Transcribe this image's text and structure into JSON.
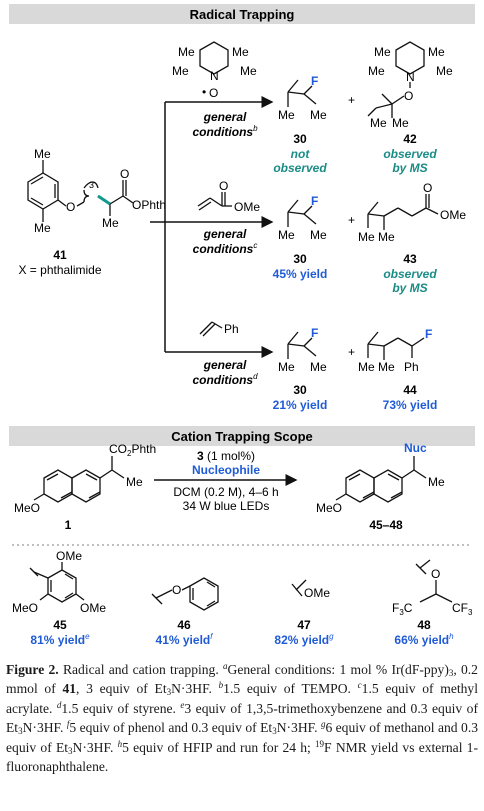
{
  "colors": {
    "blue": "#1f5bd6",
    "teal": "#1a8c86",
    "header_bg": "#d9d9d9",
    "bond_highlight": "#139a8f"
  },
  "radical": {
    "header": "Radical Trapping",
    "start_label": "41",
    "start_x_eq": "X = phthalimide",
    "start_loop": "3",
    "start_oph": "OPhth",
    "start_o": "O",
    "me": "Me",
    "plus": "+",
    "tempo_n": "N",
    "tempo_o": "O",
    "ome": "OMe",
    "ph": "Ph",
    "f": "F",
    "general": "general",
    "conditions": "conditions",
    "rows": [
      {
        "sup": "b",
        "prod1_label": "30",
        "prod1_note1": "not",
        "prod1_note2": "observed",
        "prod2_label": "42",
        "prod2_note1": "observed",
        "prod2_note2": "by MS"
      },
      {
        "sup": "c",
        "prod1_label": "30",
        "prod1_note1": "45% yield",
        "prod2_label": "43",
        "prod2_note1": "observed",
        "prod2_note2": "by MS"
      },
      {
        "sup": "d",
        "prod1_label": "30",
        "prod1_note1": "21% yield",
        "prod2_label": "44",
        "prod2_note1": "73% yield"
      }
    ]
  },
  "cation": {
    "header": "Cation Trapping Scope",
    "sm_label": "1",
    "co2phth": "CO",
    "co2phth_sub": "2",
    "co2phth_rest": "Phth",
    "me": "Me",
    "meo": "MeO",
    "cat": "3",
    "cat_loading": " (1 mol%)",
    "nucleophile": "Nucleophile",
    "cond1": "DCM (0.2 M), 4–6 h",
    "cond2": "34 W blue LEDs",
    "nuc": "Nuc",
    "prod_label": "45–48",
    "scope": [
      {
        "label": "45",
        "yield": "81% yield",
        "sup": "e"
      },
      {
        "label": "46",
        "yield": "41% yield",
        "sup": "f"
      },
      {
        "label": "47",
        "yield": "82% yield",
        "sup": "g"
      },
      {
        "label": "48",
        "yield": "66% yield",
        "sup": "h"
      }
    ],
    "ome": "OMe",
    "o": "O",
    "cf3": "CF",
    "cf3_sub": "3",
    "f3c": "F",
    "f3c_sub": "3",
    "f3c_rest": "C"
  },
  "caption": {
    "fig": "Figure 2.",
    "title": " Radical and cation trapping. ",
    "a": "a",
    "a_text1": "General conditions: 1 mol % Ir(dF-ppy)",
    "a_sub": "3",
    "a_text2": ", 0.2 mmol of ",
    "a_bold": "41",
    "a_text3": ", 3 equiv of Et",
    "a_sub2": "3",
    "a_text4": "N·3HF. ",
    "b": "b",
    "b_text": "1.5 equiv of TEMPO. ",
    "c": "c",
    "c_text": "1.5 equiv of methyl acrylate. ",
    "d": "d",
    "d_text": "1.5 equiv of styrene. ",
    "e": "e",
    "e_text1": "3 equiv of 1,3,5-trimethoxybenzene and 0.3 equiv of Et",
    "e_sub": "3",
    "e_text2": "N·3HF. ",
    "f": "f",
    "f_text1": "5 equiv of phenol and 0.3 equiv of Et",
    "f_sub": "3",
    "f_text2": "N·3HF. ",
    "g": "g",
    "g_text1": "6 equiv of methanol and 0.3 equiv of Et",
    "g_sub": "3",
    "g_text2": "N·3HF. ",
    "h": "h",
    "h_text": "5 equiv of HFIP and run for 24 h; ",
    "nmr_sup": "19",
    "nmr_text": "F NMR yield vs external 1-fluoronaphthalene."
  }
}
